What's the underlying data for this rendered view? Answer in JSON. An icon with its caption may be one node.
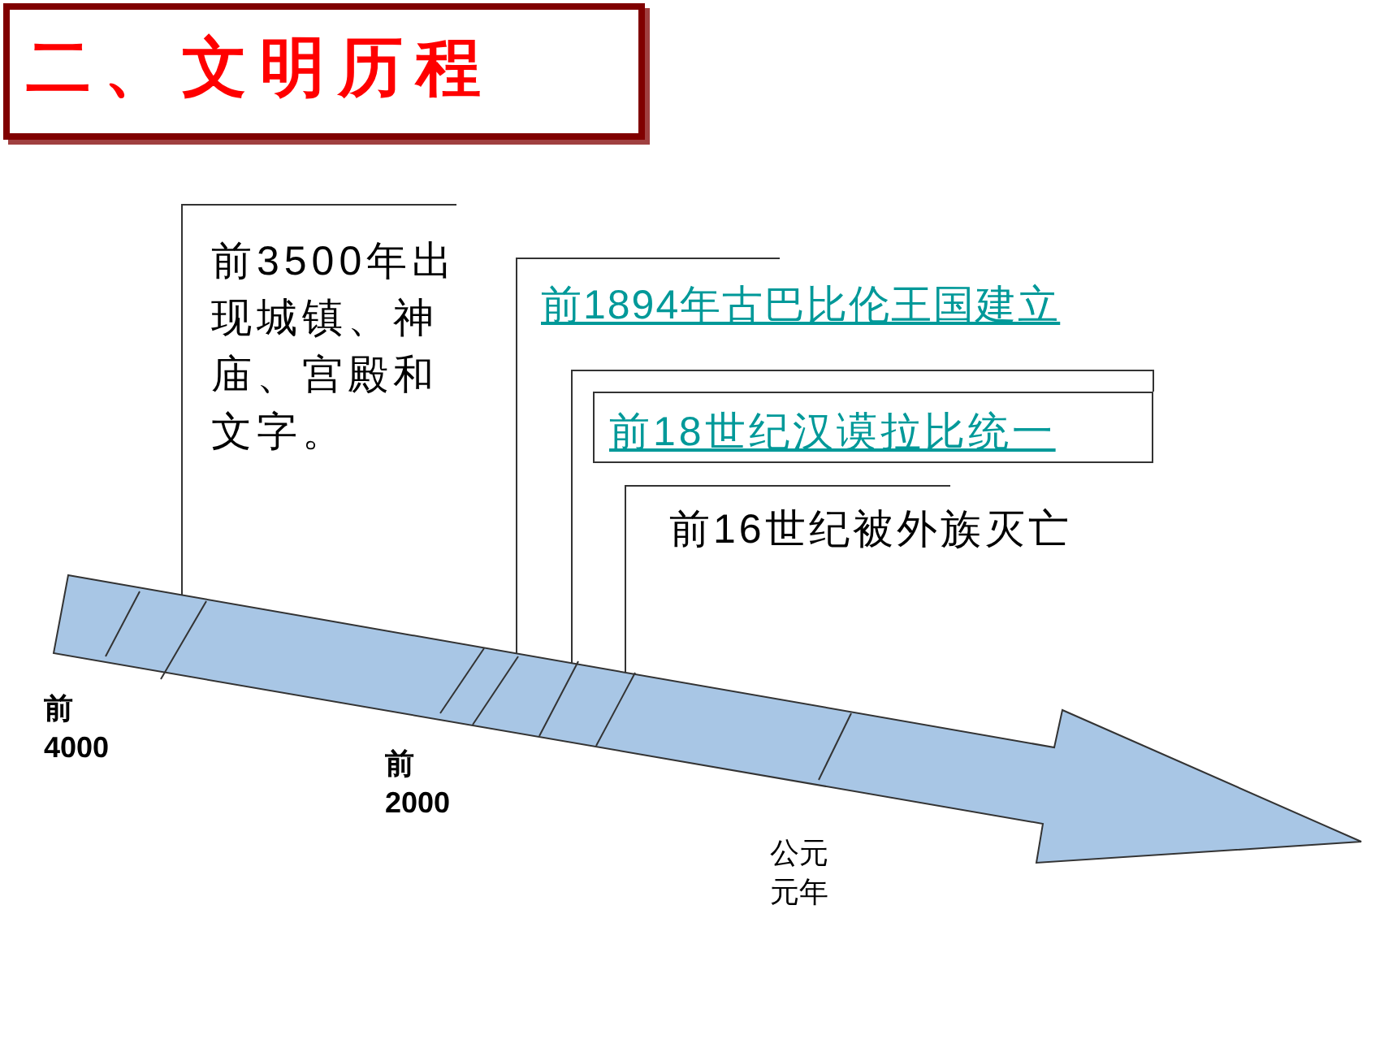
{
  "diagram": {
    "title": "二、文明历程",
    "nodes": [
      {
        "text": [
          "前3500年出现城镇、神庙、宫殿和文字。"
        ]
      },
      {
        "text": [
          "前1894年古巴比伦王国建立"
        ]
      },
      {
        "text": [
          "前18世纪汉谟拉比统一"
        ]
      },
      {
        "text": [
          "前16世纪被外族灭亡"
        ]
      },
      {
        "text": [],
        "shape": "arrow"
      }
    ],
    "edges": [
      {
        "from": 0,
        "to": 4,
        "arrow": "none"
      },
      {
        "from": 1,
        "to": 4,
        "arrow": "none"
      },
      {
        "from": 2,
        "to": 4,
        "arrow": "none"
      },
      {
        "from": 3,
        "to": 4,
        "arrow": "none"
      }
    ],
    "labels": [
      "前4000",
      "前2000",
      "公元元年"
    ]
  }
}
